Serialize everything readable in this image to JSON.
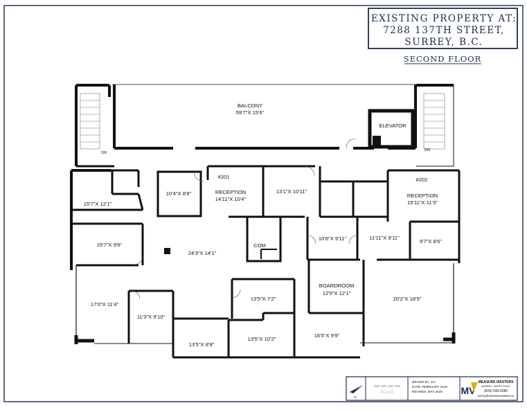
{
  "title": {
    "lines": [
      "EXISTING PROPERTY AT:",
      "7288 137TH STREET,",
      "SURREY, B.C."
    ],
    "floor": "SECOND FLOOR"
  },
  "labels": {
    "balcony": "BALCONY",
    "balcony_dim": "59'7\"X 15'6\"",
    "elevator": "ELEVATOR",
    "dn_left": "DN",
    "dn_right": "DN",
    "unit_201": "#201",
    "unit_202": "#202",
    "reception_left": "RECEPTION",
    "reception_left_dim": "14'11\"X 10'4\"",
    "reception_right": "RECEPTION",
    "reception_right_dim": "15'11\"X 11'3\"",
    "room_10_4": "10'4\"X 8'8\"",
    "room_13_1": "13'1\"X 10'11\"",
    "room_15_7a": "15'7\"X 12'1\"",
    "room_15_7b": "15'7\"X 9'6\"",
    "room_24_3": "24'3\"X 14'1\"",
    "com": "COM",
    "room_10_6": "10'6\"X 9'11\"",
    "room_11_11": "11'11\"X 9'11\"",
    "room_9_7": "9'7\"X 8'6\"",
    "boardroom": "BOARDROOM",
    "boardroom_dim": "12'5\"X 12'1\"",
    "room_20_2": "20'2\"X 18'5\"",
    "room_17_0": "17'0\"X 11'4\"",
    "room_11_3": "11'3\"X 9'10\"",
    "room_13_5a": "13'5\"X 7'2\"",
    "room_13_5b": "13'5\"X 10'2\"",
    "room_13_5c": "13'5\"X 8'9\"",
    "room_16_5": "16'5\"X 9'9\""
  },
  "footer": {
    "north": "N",
    "scale": "SCALE",
    "drawn_by": "DRAWN BY: CN",
    "date": "DATE: FEBRUARY 2019",
    "revised": "REVISED: MAY 2020",
    "company": "MEASURE MASTERS",
    "company_sub": "SURREY • WHITE ROCK",
    "phone": "(604) 539-0285",
    "email": "surrey@measuremasters.ca",
    "logo_text": "MV"
  },
  "colors": {
    "frame": "#1c2a4a",
    "wall": "#111111",
    "logo_m": "#1c2a4a",
    "logo_v": "#d8b21e"
  }
}
